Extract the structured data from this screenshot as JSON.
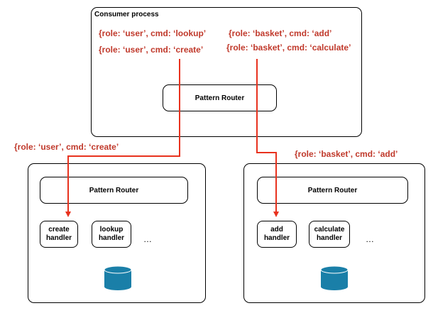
{
  "consumer": {
    "title": "Consumer process",
    "messages_left": [
      "{role: ‘user’, cmd: ‘lookup’",
      "{role: ‘user’, cmd: ‘create’"
    ],
    "messages_right": [
      "{role: ‘basket’, cmd: ‘add’",
      "{role: ‘basket’, cmd: ‘calculate’"
    ],
    "router": "Pattern Router"
  },
  "routed_left": "{role: ‘user’, cmd: ‘create’",
  "routed_right": "{role: ‘basket’, cmd: ‘add’",
  "service_left": {
    "router": "Pattern Router",
    "handlers": [
      {
        "line1": "create",
        "line2": "handler"
      },
      {
        "line1": "lookup",
        "line2": "handler"
      }
    ],
    "more": "…"
  },
  "service_right": {
    "router": "Pattern Router",
    "handlers": [
      {
        "line1": "add",
        "line2": "handler"
      },
      {
        "line1": "calculate",
        "line2": "handler"
      }
    ],
    "more": "…"
  },
  "colors": {
    "arrow": "#e8321e",
    "message_text": "#c0392b",
    "database": "#1a7fa8"
  },
  "icons": {
    "database": "database-icon"
  }
}
